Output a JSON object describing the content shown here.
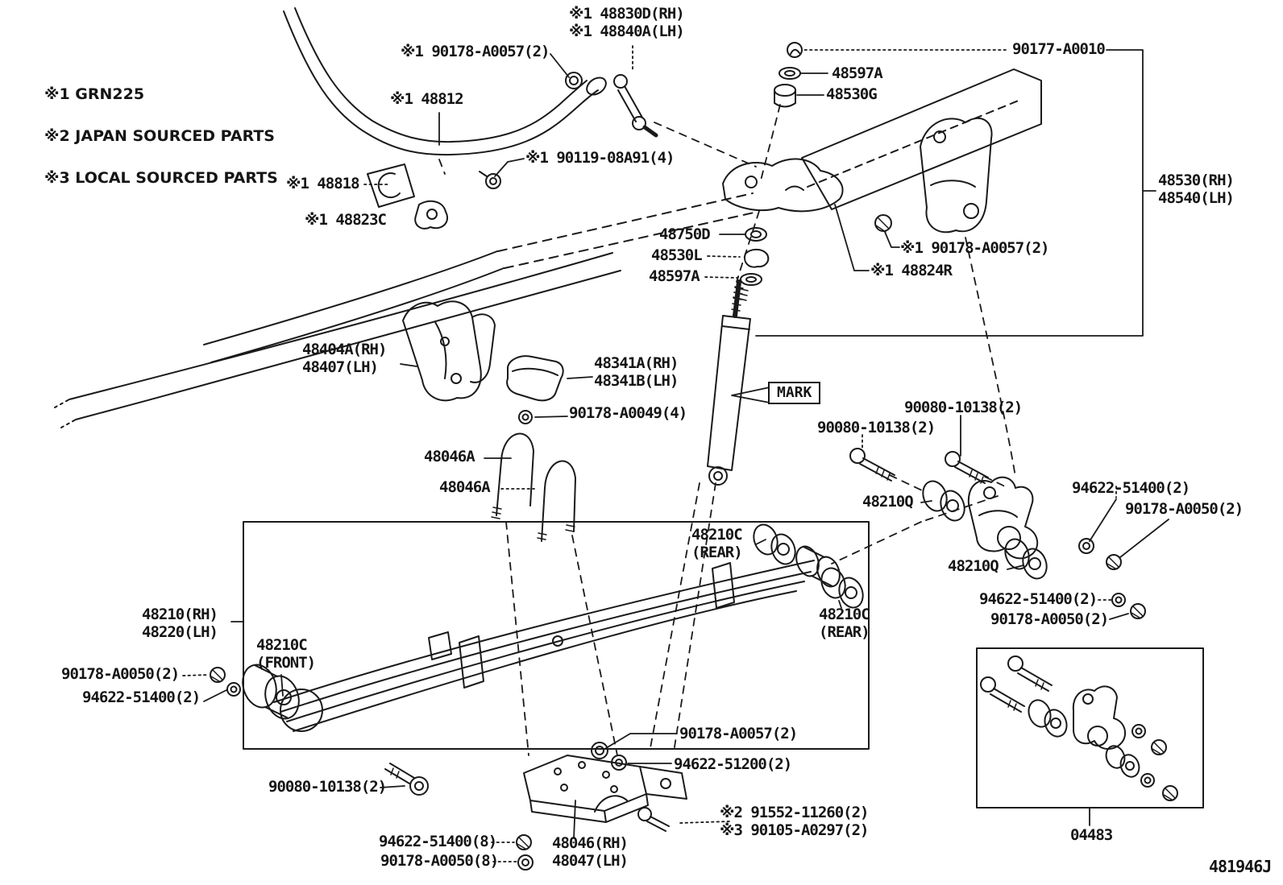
{
  "diagram": {
    "drawing_code": "481946J",
    "legend": [
      "※1 GRN225",
      "※2 JAPAN SOURCED PARTS",
      "※3 LOCAL SOURCED PARTS"
    ],
    "mark_box": "MARK",
    "callouts": [
      "※1 48830D(RH)\n※1 48840A(LH)",
      "※1 90178-A0057(2)",
      "※1 48812",
      "90177-A0010",
      "48597A",
      "48530G",
      "※1 90119-08A91(4)",
      "※1 48818",
      "※1 48823C",
      "48750D",
      "48530L",
      "48597A",
      "※1 90178-A0057(2)",
      "※1 48824R",
      "48530(RH)\n48540(LH)",
      "48404A(RH)\n48407(LH)",
      "48341A(RH)\n48341B(LH)",
      "90178-A0049(4)",
      "90080-10138(2)",
      "90080-10138(2)",
      "48046A",
      "48046A",
      "48210Q",
      "94622-51400(2)",
      "90178-A0050(2)",
      "48210C\n(REAR)",
      "48210C\n(REAR)",
      "48210Q",
      "94622-51400(2)",
      "90178-A0050(2)",
      "48210(RH)\n48220(LH)",
      "48210C\n(FRONT)",
      "90178-A0050(2)",
      "94622-51400(2)",
      "90178-A0057(2)",
      "94622-51200(2)",
      "90080-10138(2)",
      "94622-51400(8)",
      "90178-A0050(8)",
      "48046(RH)\n48047(LH)",
      "※2 91552-11260(2)\n※3 90105-A0297(2)",
      "04483"
    ],
    "colors": {
      "ink": "#1a1a1a",
      "background": "#ffffff"
    }
  }
}
